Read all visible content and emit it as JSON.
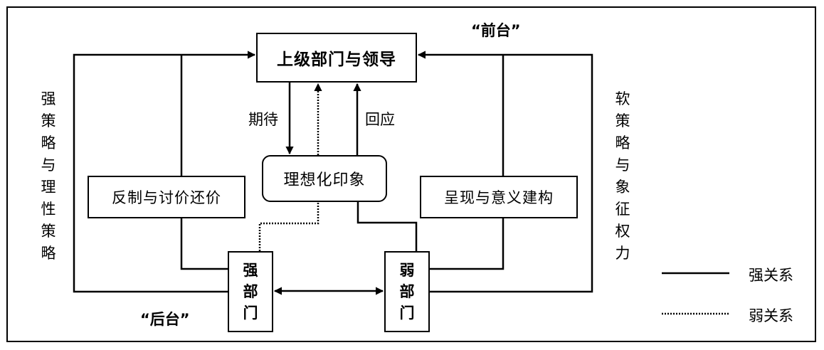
{
  "nodes": {
    "top": "上级部门与领导",
    "ideal": "理想化印象",
    "left": "反制与讨价还价",
    "right": "呈现与意义建构",
    "strong_dept": "强部门",
    "weak_dept": "弱部门"
  },
  "labels": {
    "expect": "期待",
    "respond": "回应",
    "front_stage": "“前台”",
    "back_stage": "“后台”",
    "left_side": "强策略与理性策略",
    "right_side": "软策略与象征权力"
  },
  "legend": {
    "strong": "强关系",
    "weak": "弱关系"
  }
}
